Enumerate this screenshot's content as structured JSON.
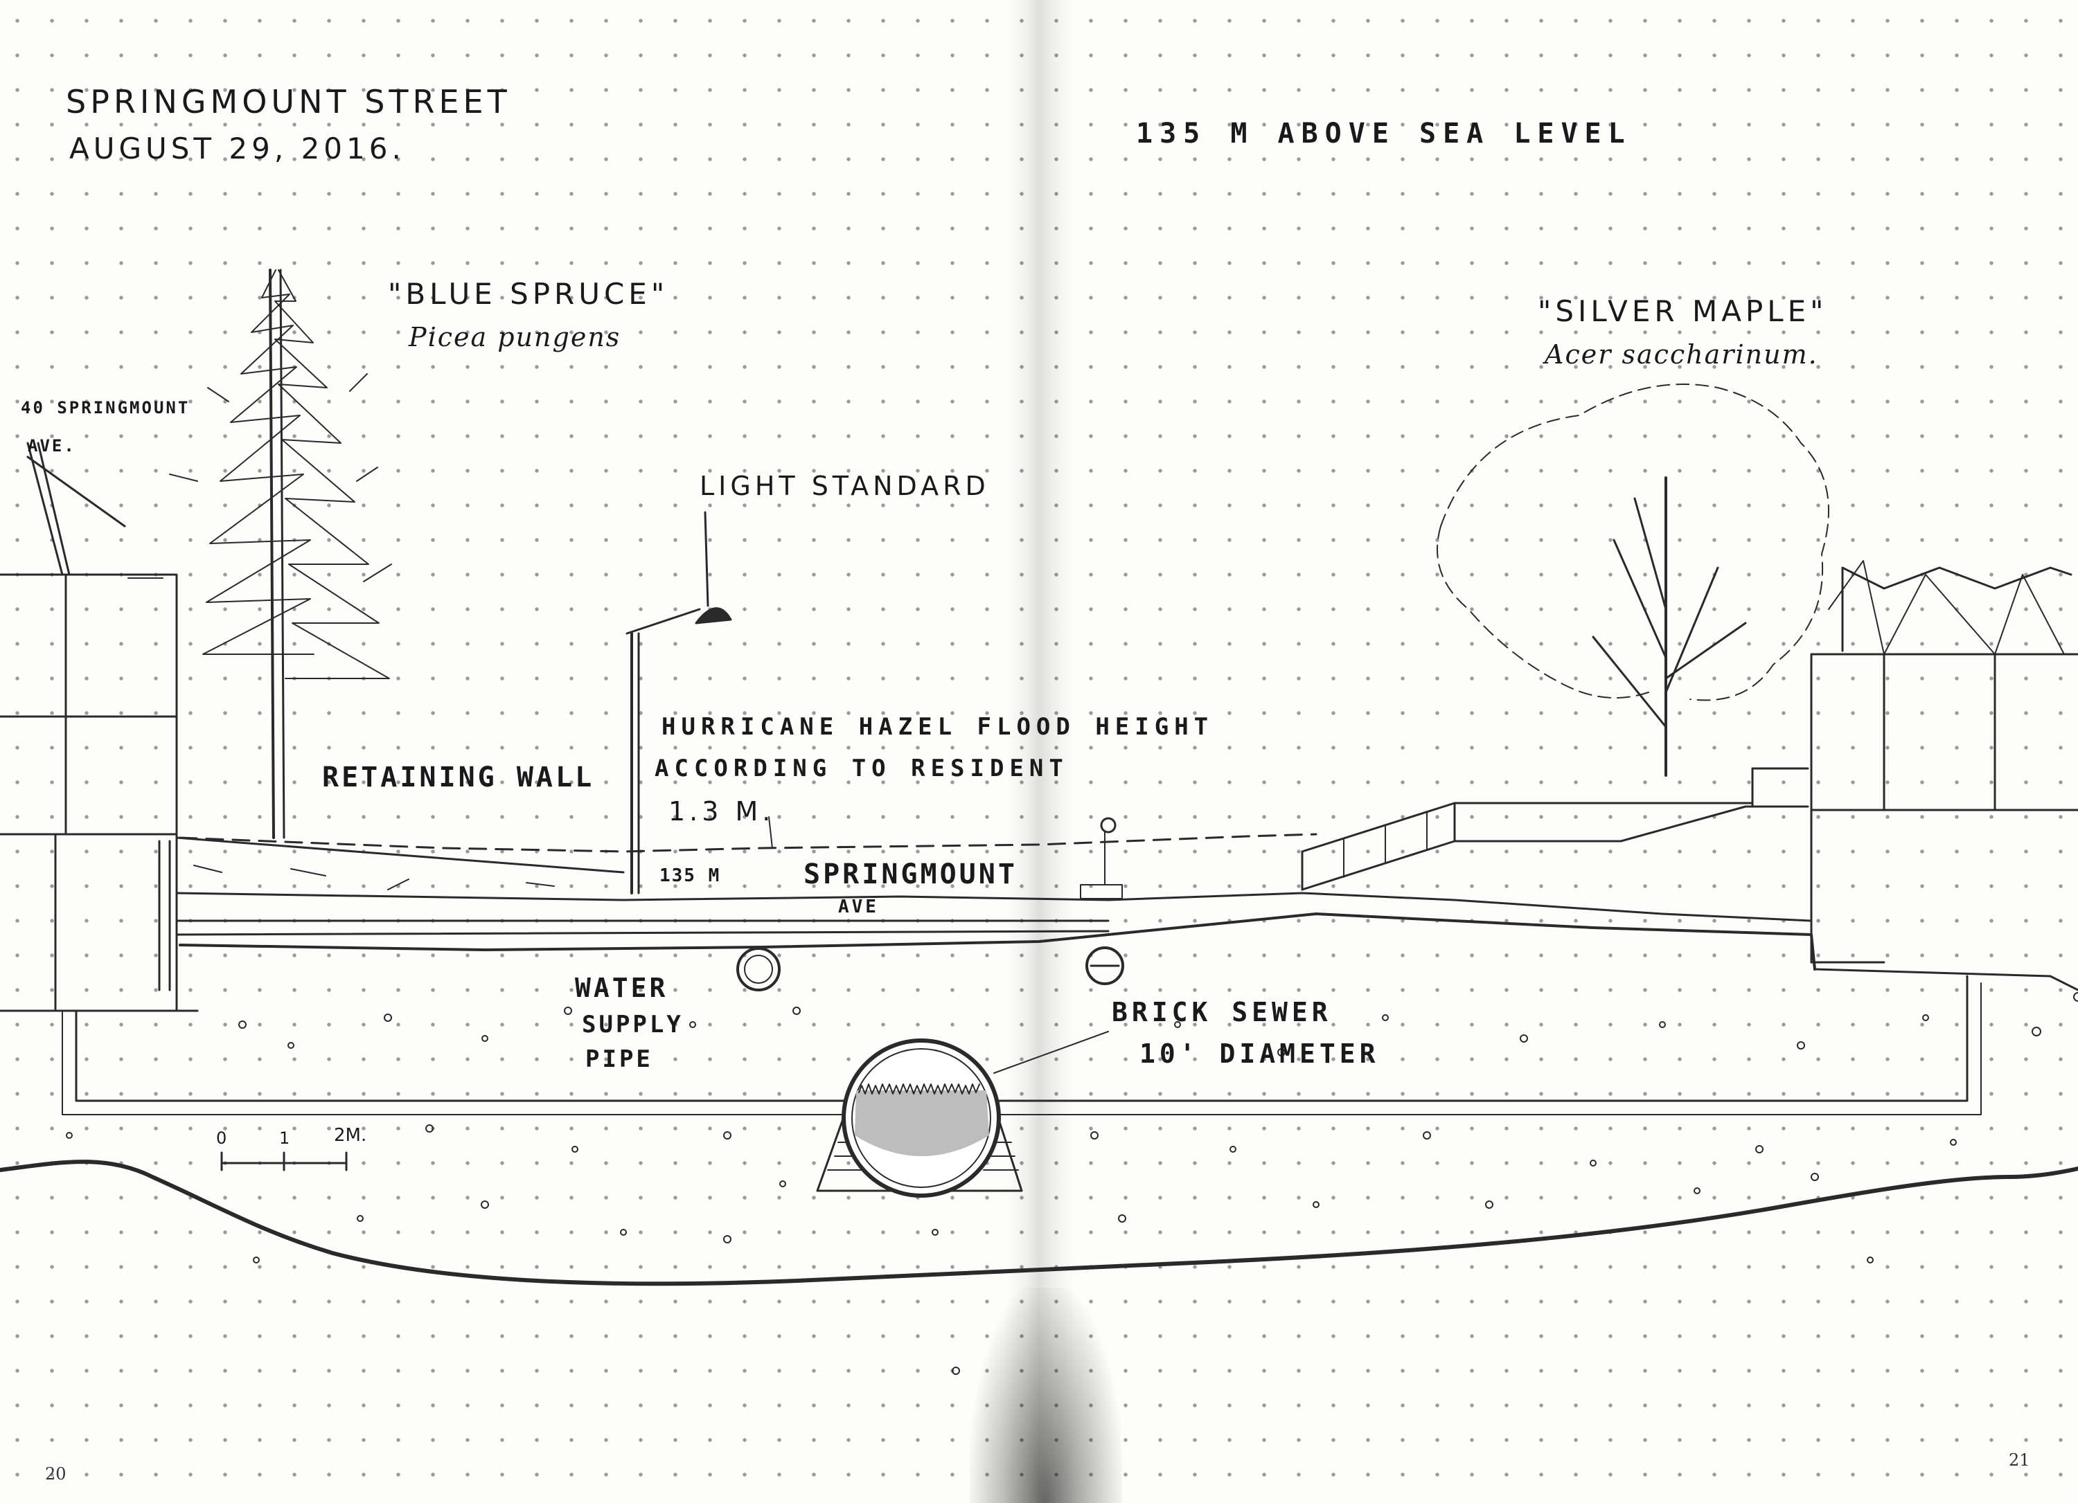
{
  "sketch": {
    "title": "SPRINGMOUNT STREET",
    "date": "AUGUST 29, 2016.",
    "elevation_note": "135 M ABOVE SEA LEVEL",
    "address_line1": "40 SPRINGMOUNT",
    "address_line2": "AVE.",
    "tree_left_common": "\"BLUE SPRUCE\"",
    "tree_left_latin": "Picea pungens",
    "tree_right_common": "\"SILVER MAPLE\"",
    "tree_right_latin": "Acer saccharinum.",
    "light_standard": "LIGHT STANDARD",
    "retaining_wall": "RETAINING WALL",
    "flood_line1": "HURRICANE HAZEL FLOOD HEIGHT",
    "flood_line2": "ACCORDING TO RESIDENT",
    "flood_line3": "1.3 M.",
    "street_level": "135 M",
    "street_name1": "SPRINGMOUNT",
    "street_name2": "AVE",
    "water_line1": "WATER",
    "water_line2": "SUPPLY",
    "water_line3": "PIPE",
    "sewer_line1": "BRICK SEWER",
    "sewer_line2": "10' DIAMETER",
    "scale_0": "0",
    "scale_1": "1",
    "scale_2": "2M.",
    "page_left": "20",
    "page_right": "21"
  }
}
